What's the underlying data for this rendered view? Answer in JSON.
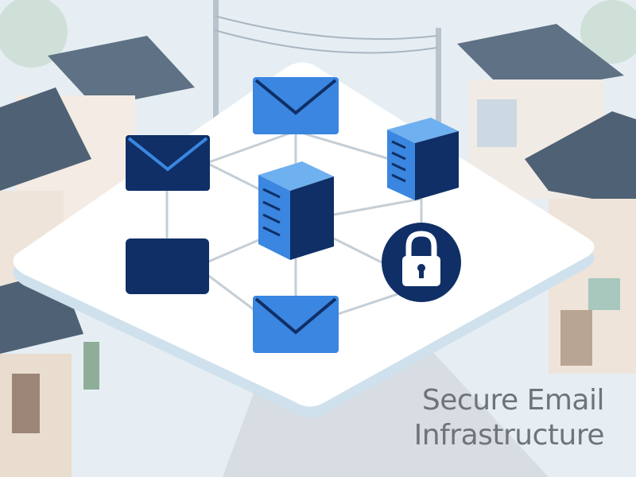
{
  "caption": {
    "line1": "Secure Email",
    "line2": "Infrastructure"
  },
  "colors": {
    "sky": "#e6eef3",
    "roof": "#5f7184",
    "wall": "#f3ebe4",
    "platform": "#ffffff",
    "link": "#c5ced6",
    "blue_light": "#3a86e0",
    "blue_dark": "#0f2f66"
  },
  "nodes": [
    {
      "id": "email-top",
      "kind": "envelope",
      "shade": "light"
    },
    {
      "id": "email-left",
      "kind": "envelope",
      "shade": "dark"
    },
    {
      "id": "server-right",
      "kind": "server",
      "shade": "light"
    },
    {
      "id": "server-center",
      "kind": "server",
      "shade": "light"
    },
    {
      "id": "box-left",
      "kind": "block",
      "shade": "dark"
    },
    {
      "id": "lock",
      "kind": "padlock",
      "shade": "dark"
    },
    {
      "id": "email-bottom",
      "kind": "envelope",
      "shade": "light"
    }
  ]
}
